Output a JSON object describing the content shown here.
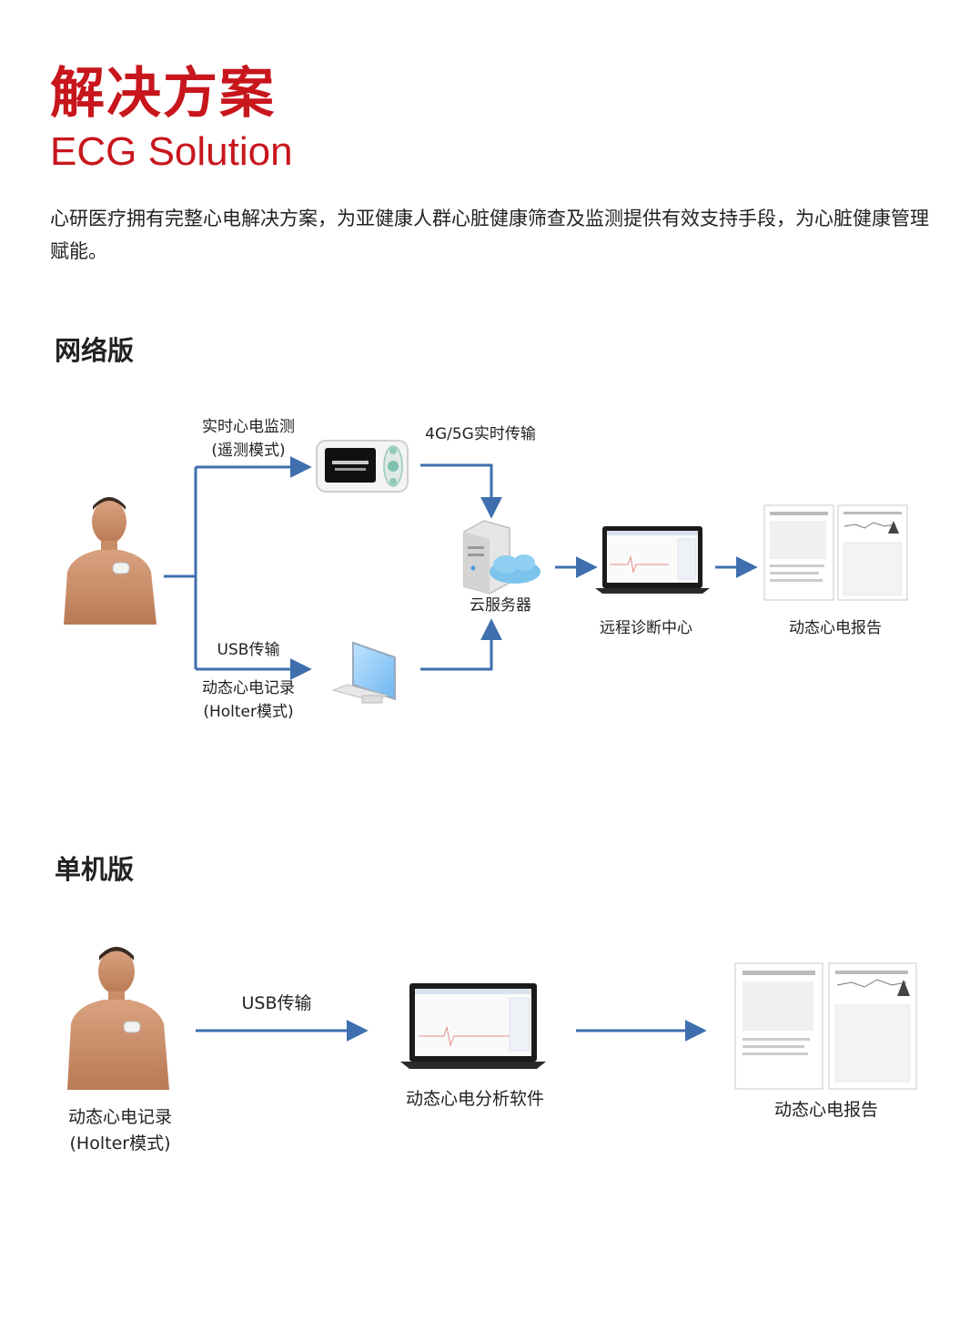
{
  "header": {
    "title_cn": "解决方案",
    "title_en": "ECG Solution",
    "intro": "心研医疗拥有完整心电解决方案，为亚健康人群心脏健康筛查及监测提供有效支持手段，为心脏健康管理赋能。"
  },
  "network": {
    "heading": "网络版",
    "realtime_label_1": "实时心电监测",
    "realtime_label_2": "(遥测模式)",
    "transfer_label": "4G/5G实时传输",
    "cloud_label": "云服务器",
    "remote_label": "远程诊断中心",
    "report_label": "动态心电报告",
    "usb_label": "USB传输",
    "holter_label_1": "动态心电记录",
    "holter_label_2": "(Holter模式)"
  },
  "standalone": {
    "heading": "单机版",
    "usb_label": "USB传输",
    "software_label": "动态心电分析软件",
    "report_label": "动态心电报告",
    "holter_label_1": "动态心电记录",
    "holter_label_2": "(Holter模式)"
  },
  "colors": {
    "accent_red": "#c8161d",
    "arrow_blue": "#3f6fae",
    "text": "#222222"
  }
}
